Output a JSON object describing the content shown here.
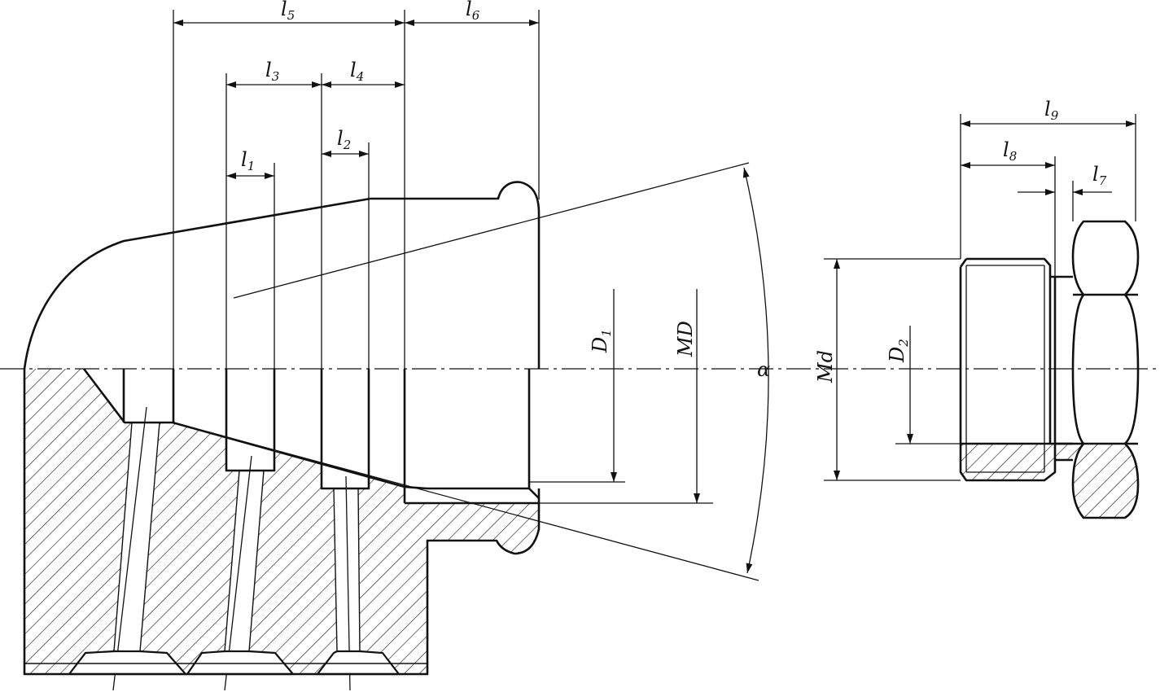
{
  "labels": {
    "l1": {
      "sym": "l",
      "idx": "1"
    },
    "l2": {
      "sym": "l",
      "idx": "2"
    },
    "l3": {
      "sym": "l",
      "idx": "3"
    },
    "l4": {
      "sym": "l",
      "idx": "4"
    },
    "l5": {
      "sym": "l",
      "idx": "5"
    },
    "l6": {
      "sym": "l",
      "idx": "6"
    },
    "l7": {
      "sym": "l",
      "idx": "7"
    },
    "l8": {
      "sym": "l",
      "idx": "8"
    },
    "l9": {
      "sym": "l",
      "idx": "9"
    },
    "D1": {
      "sym": "D",
      "idx": "1"
    },
    "D2": {
      "sym": "D",
      "idx": "2"
    },
    "MD": "MD",
    "Md": "Md",
    "alpha": "α"
  },
  "colors": {
    "line": "#111111",
    "background": "#ffffff"
  }
}
